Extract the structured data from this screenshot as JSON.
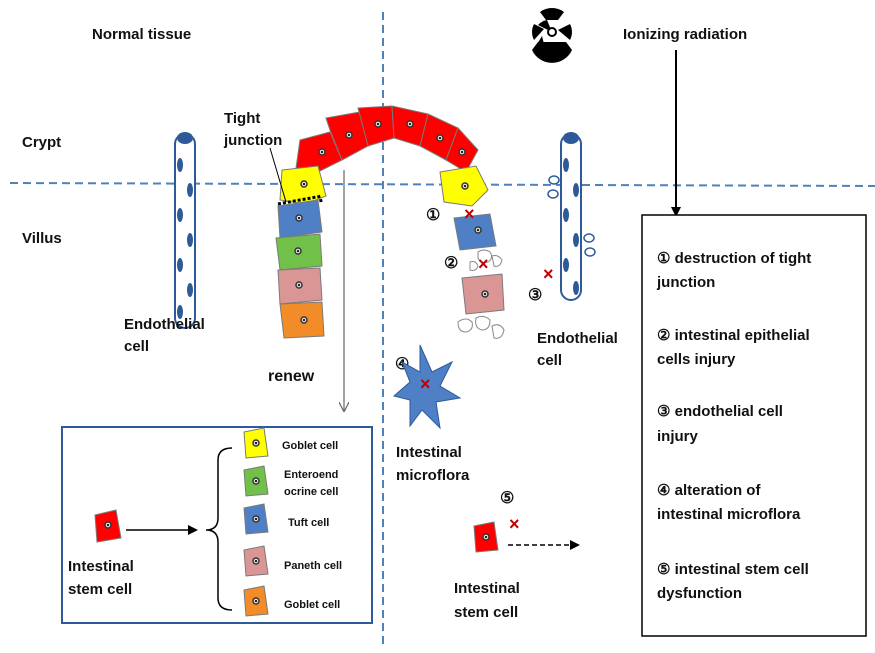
{
  "labels": {
    "normal_tissue": "Normal tissue",
    "ionizing_radiation": "Ionizing radiation",
    "crypt": "Crypt",
    "villus": "Villus",
    "tight_junction_1": "Tight",
    "tight_junction_2": "junction",
    "endothelial_cell_left_1": "Endothelial",
    "endothelial_cell_left_2": "cell",
    "endothelial_cell_right_1": "Endothelial",
    "endothelial_cell_right_2": "cell",
    "renew": "renew",
    "microflora_1": "Intestinal",
    "microflora_2": "microflora",
    "stem_cell_right_1": "Intestinal",
    "stem_cell_right_2": "stem cell"
  },
  "markers": {
    "m1": "①",
    "m2": "②",
    "m3": "③",
    "m4": "④",
    "m5": "⑤",
    "cross": "×"
  },
  "legend": {
    "stem_cell_1": "Intestinal",
    "stem_cell_2": "stem cell",
    "items": [
      {
        "label": "Goblet cell",
        "color": "#ffff00"
      },
      {
        "label_1": "Enteroend",
        "label_2": "ocrine cell",
        "color": "#70c04a"
      },
      {
        "label": "Tuft cell",
        "color": "#4f7fc4"
      },
      {
        "label": "Paneth cell",
        "color": "#d99694"
      },
      {
        "label": "Goblet cell",
        "color": "#f28c28"
      }
    ]
  },
  "effects": {
    "e1_1": "① destruction of tight",
    "e1_2": "junction",
    "e2_1": "② intestinal epithelial",
    "e2_2": "cells injury",
    "e3_1": "③ endothelial cell",
    "e3_2": "injury",
    "e4_1": "④ alteration of",
    "e4_2": "intestinal microflora",
    "e5_1": "⑤ intestinal stem cell",
    "e5_2": "dysfunction"
  },
  "colors": {
    "red": "#ff0000",
    "yellow": "#ffff00",
    "green": "#70c04a",
    "blue": "#4f7fc4",
    "pink": "#d99694",
    "orange": "#f28c28",
    "divider": "#4f81bd",
    "cross": "#c00000"
  }
}
